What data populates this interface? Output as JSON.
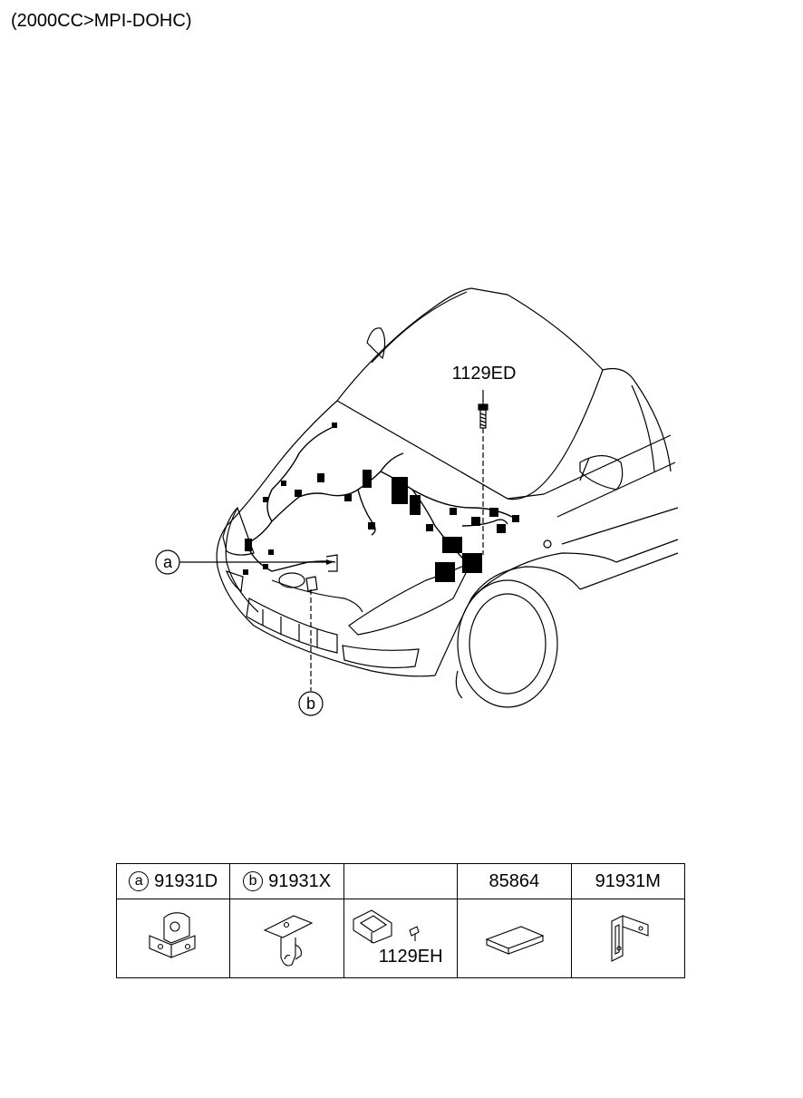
{
  "header": {
    "title": "(2000CC>MPI-DOHC)"
  },
  "callouts": {
    "bolt": "1129ED",
    "a": "a",
    "b": "b"
  },
  "parts_table": {
    "columns": [
      {
        "marker": "a",
        "part_no": "91931D",
        "icon": "bracket-a-icon"
      },
      {
        "marker": "b",
        "part_no": "91931X",
        "icon": "bracket-b-icon"
      },
      {
        "marker": "",
        "part_no": "",
        "icon": "bracket-with-bolt-icon",
        "sub_label": "1129EH"
      },
      {
        "marker": "",
        "part_no": "85864",
        "icon": "pad-icon"
      },
      {
        "marker": "",
        "part_no": "91931M",
        "icon": "bracket-m-icon"
      }
    ]
  }
}
